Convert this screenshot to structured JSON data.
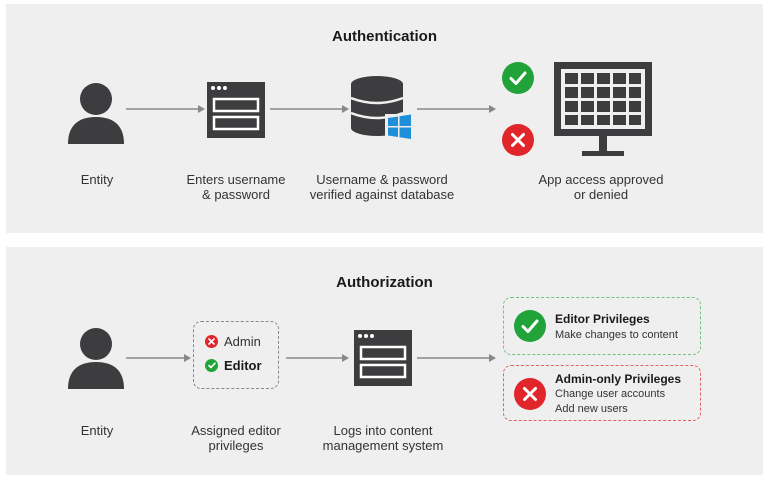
{
  "authentication": {
    "title": "Authentication",
    "steps": [
      {
        "label_lines": [
          "Entity"
        ],
        "icon": "person-icon"
      },
      {
        "label_lines": [
          "Enters username",
          "& password"
        ],
        "icon": "login-form-icon"
      },
      {
        "label_lines": [
          "Username & password",
          "verified against database"
        ],
        "icon": "database-windows-icon"
      },
      {
        "label_lines": [
          "App access approved",
          "or denied"
        ],
        "icon": "monitor-grid-icon"
      }
    ]
  },
  "authorization": {
    "title": "Authorization",
    "steps": [
      {
        "label_lines": [
          "Entity"
        ],
        "icon": "person-icon"
      },
      {
        "label_lines": [
          "Assigned editor",
          "privileges"
        ],
        "icon": "role-list"
      },
      {
        "label_lines": [
          "Logs into content",
          "management system"
        ],
        "icon": "login-form-icon"
      }
    ],
    "roles": {
      "denied": "Admin",
      "granted": "Editor"
    },
    "privileges": {
      "editor": {
        "title": "Editor Privileges",
        "lines": [
          "Make changes to content"
        ]
      },
      "admin": {
        "title": "Admin-only Privileges",
        "lines": [
          "Change user accounts",
          "Add new users"
        ]
      }
    }
  },
  "colors": {
    "panel": "#efefef",
    "icon": "#3d3d3f",
    "approve": "#22a33a",
    "deny": "#e0262b",
    "arrow": "#888888"
  }
}
